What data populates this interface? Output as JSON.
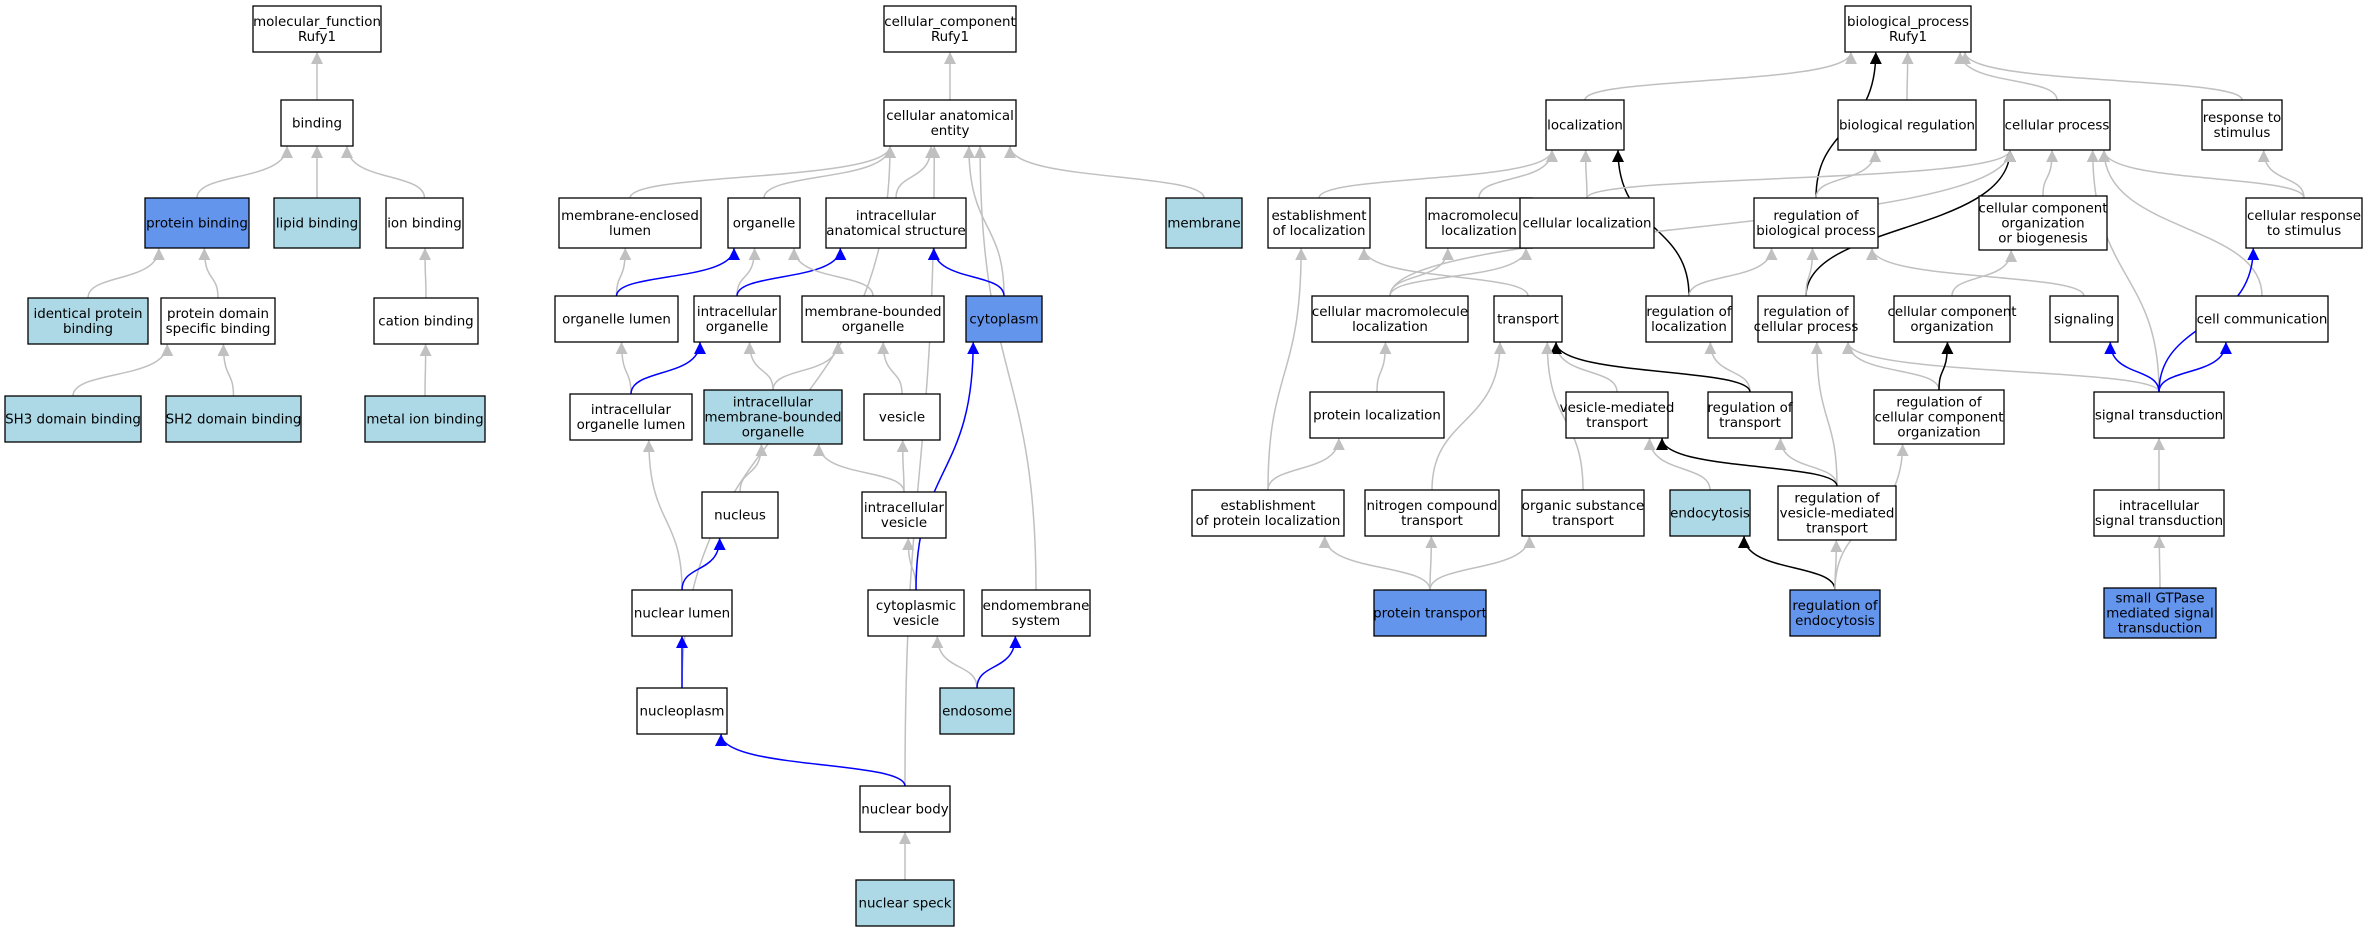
{
  "colors": {
    "plain": "#ffffff",
    "light": "#add8e6",
    "dark": "#6495ed",
    "edge_grey": "#c0c0c0",
    "edge_blue": "#0000ff",
    "edge_black": "#000000"
  },
  "nodes": [
    {
      "id": "mf_root",
      "lines": [
        "molecular_function",
        "Rufy1"
      ],
      "fill": "plain"
    },
    {
      "id": "binding",
      "lines": [
        "binding"
      ],
      "fill": "plain"
    },
    {
      "id": "protein_binding",
      "lines": [
        "protein binding"
      ],
      "fill": "dark"
    },
    {
      "id": "lipid_binding",
      "lines": [
        "lipid binding"
      ],
      "fill": "light"
    },
    {
      "id": "ion_binding",
      "lines": [
        "ion binding"
      ],
      "fill": "plain"
    },
    {
      "id": "identical_protein_binding",
      "lines": [
        "identical protein",
        "binding"
      ],
      "fill": "light"
    },
    {
      "id": "protein_domain_specific_binding",
      "lines": [
        "protein domain",
        "specific binding"
      ],
      "fill": "plain"
    },
    {
      "id": "cation_binding",
      "lines": [
        "cation binding"
      ],
      "fill": "plain"
    },
    {
      "id": "sh3_domain_binding",
      "lines": [
        "SH3 domain binding"
      ],
      "fill": "light"
    },
    {
      "id": "sh2_domain_binding",
      "lines": [
        "SH2 domain binding"
      ],
      "fill": "light"
    },
    {
      "id": "metal_ion_binding",
      "lines": [
        "metal ion binding"
      ],
      "fill": "light"
    },
    {
      "id": "cc_root",
      "lines": [
        "cellular_component",
        "Rufy1"
      ],
      "fill": "plain"
    },
    {
      "id": "cellular_anatomical_entity",
      "lines": [
        "cellular anatomical",
        "entity"
      ],
      "fill": "plain"
    },
    {
      "id": "membrane_enclosed_lumen",
      "lines": [
        "membrane-enclosed",
        "lumen"
      ],
      "fill": "plain"
    },
    {
      "id": "organelle",
      "lines": [
        "organelle"
      ],
      "fill": "plain"
    },
    {
      "id": "intracellular_anatomical_structure",
      "lines": [
        "intracellular",
        "anatomical structure"
      ],
      "fill": "plain"
    },
    {
      "id": "membrane",
      "lines": [
        "membrane"
      ],
      "fill": "light"
    },
    {
      "id": "organelle_lumen",
      "lines": [
        "organelle lumen"
      ],
      "fill": "plain"
    },
    {
      "id": "intracellular_organelle",
      "lines": [
        "intracellular",
        "organelle"
      ],
      "fill": "plain"
    },
    {
      "id": "membrane_bounded_organelle",
      "lines": [
        "membrane-bounded",
        "organelle"
      ],
      "fill": "plain"
    },
    {
      "id": "cytoplasm",
      "lines": [
        "cytoplasm"
      ],
      "fill": "dark"
    },
    {
      "id": "intracellular_organelle_lumen",
      "lines": [
        "intracellular",
        "organelle lumen"
      ],
      "fill": "plain"
    },
    {
      "id": "intracellular_membrane_bounded_organelle",
      "lines": [
        "intracellular",
        "membrane-bounded",
        "organelle"
      ],
      "fill": "light"
    },
    {
      "id": "vesicle",
      "lines": [
        "vesicle"
      ],
      "fill": "plain"
    },
    {
      "id": "nucleus",
      "lines": [
        "nucleus"
      ],
      "fill": "plain"
    },
    {
      "id": "intracellular_vesicle",
      "lines": [
        "intracellular",
        "vesicle"
      ],
      "fill": "plain"
    },
    {
      "id": "nuclear_lumen",
      "lines": [
        "nuclear lumen"
      ],
      "fill": "plain"
    },
    {
      "id": "cytoplasmic_vesicle",
      "lines": [
        "cytoplasmic",
        "vesicle"
      ],
      "fill": "plain"
    },
    {
      "id": "endomembrane_system",
      "lines": [
        "endomembrane",
        "system"
      ],
      "fill": "plain"
    },
    {
      "id": "nucleoplasm",
      "lines": [
        "nucleoplasm"
      ],
      "fill": "plain"
    },
    {
      "id": "endosome",
      "lines": [
        "endosome"
      ],
      "fill": "light"
    },
    {
      "id": "nuclear_body",
      "lines": [
        "nuclear body"
      ],
      "fill": "plain"
    },
    {
      "id": "nuclear_speck",
      "lines": [
        "nuclear speck"
      ],
      "fill": "light"
    },
    {
      "id": "bp_root",
      "lines": [
        "biological_process",
        "Rufy1"
      ],
      "fill": "plain"
    },
    {
      "id": "localization",
      "lines": [
        "localization"
      ],
      "fill": "plain"
    },
    {
      "id": "biological_regulation",
      "lines": [
        "biological regulation"
      ],
      "fill": "plain"
    },
    {
      "id": "cellular_process",
      "lines": [
        "cellular process"
      ],
      "fill": "plain"
    },
    {
      "id": "response_to_stimulus",
      "lines": [
        "response to",
        "stimulus"
      ],
      "fill": "plain"
    },
    {
      "id": "establishment_of_localization",
      "lines": [
        "establishment",
        "of localization"
      ],
      "fill": "plain"
    },
    {
      "id": "macromolecule_localization",
      "lines": [
        "macromolecule",
        "localization"
      ],
      "fill": "plain"
    },
    {
      "id": "cellular_localization",
      "lines": [
        "cellular localization"
      ],
      "fill": "plain"
    },
    {
      "id": "regulation_of_biological_process",
      "lines": [
        "regulation of",
        "biological process"
      ],
      "fill": "plain"
    },
    {
      "id": "cellular_component_organization_or_biogenesis",
      "lines": [
        "cellular component",
        "organization",
        "or biogenesis"
      ],
      "fill": "plain"
    },
    {
      "id": "cellular_response_to_stimulus",
      "lines": [
        "cellular response",
        "to stimulus"
      ],
      "fill": "plain"
    },
    {
      "id": "cellular_macromolecule_localization",
      "lines": [
        "cellular macromolecule",
        "localization"
      ],
      "fill": "plain"
    },
    {
      "id": "transport",
      "lines": [
        "transport"
      ],
      "fill": "plain"
    },
    {
      "id": "regulation_of_localization",
      "lines": [
        "regulation of",
        "localization"
      ],
      "fill": "plain"
    },
    {
      "id": "regulation_of_cellular_process",
      "lines": [
        "regulation of",
        "cellular process"
      ],
      "fill": "plain"
    },
    {
      "id": "cellular_component_organization",
      "lines": [
        "cellular component",
        "organization"
      ],
      "fill": "plain"
    },
    {
      "id": "signaling",
      "lines": [
        "signaling"
      ],
      "fill": "plain"
    },
    {
      "id": "cell_communication",
      "lines": [
        "cell communication"
      ],
      "fill": "plain"
    },
    {
      "id": "protein_localization",
      "lines": [
        "protein localization"
      ],
      "fill": "plain"
    },
    {
      "id": "vesicle_mediated_transport",
      "lines": [
        "vesicle-mediated",
        "transport"
      ],
      "fill": "plain"
    },
    {
      "id": "regulation_of_transport",
      "lines": [
        "regulation of",
        "transport"
      ],
      "fill": "plain"
    },
    {
      "id": "regulation_of_cellular_component_organization",
      "lines": [
        "regulation of",
        "cellular component",
        "organization"
      ],
      "fill": "plain"
    },
    {
      "id": "signal_transduction",
      "lines": [
        "signal transduction"
      ],
      "fill": "plain"
    },
    {
      "id": "establishment_of_protein_localization",
      "lines": [
        "establishment",
        "of protein localization"
      ],
      "fill": "plain"
    },
    {
      "id": "nitrogen_compound_transport",
      "lines": [
        "nitrogen compound",
        "transport"
      ],
      "fill": "plain"
    },
    {
      "id": "organic_substance_transport",
      "lines": [
        "organic substance",
        "transport"
      ],
      "fill": "plain"
    },
    {
      "id": "endocytosis",
      "lines": [
        "endocytosis"
      ],
      "fill": "light"
    },
    {
      "id": "regulation_of_vesicle_mediated_transport",
      "lines": [
        "regulation of",
        "vesicle-mediated",
        "transport"
      ],
      "fill": "plain"
    },
    {
      "id": "intracellular_signal_transduction",
      "lines": [
        "intracellular",
        "signal transduction"
      ],
      "fill": "plain"
    },
    {
      "id": "protein_transport",
      "lines": [
        "protein transport"
      ],
      "fill": "dark"
    },
    {
      "id": "regulation_of_endocytosis",
      "lines": [
        "regulation of",
        "endocytosis"
      ],
      "fill": "dark"
    },
    {
      "id": "small_gtpase_mediated_signal_transduction",
      "lines": [
        "small GTPase",
        "mediated signal",
        "transduction"
      ],
      "fill": "dark"
    }
  ],
  "edges": [
    [
      "binding",
      "mf_root",
      "grey"
    ],
    [
      "protein_binding",
      "binding",
      "grey"
    ],
    [
      "lipid_binding",
      "binding",
      "grey"
    ],
    [
      "ion_binding",
      "binding",
      "grey"
    ],
    [
      "identical_protein_binding",
      "protein_binding",
      "grey"
    ],
    [
      "protein_domain_specific_binding",
      "protein_binding",
      "grey"
    ],
    [
      "cation_binding",
      "ion_binding",
      "grey"
    ],
    [
      "sh3_domain_binding",
      "protein_domain_specific_binding",
      "grey"
    ],
    [
      "sh2_domain_binding",
      "protein_domain_specific_binding",
      "grey"
    ],
    [
      "metal_ion_binding",
      "cation_binding",
      "grey"
    ],
    [
      "cellular_anatomical_entity",
      "cc_root",
      "grey"
    ],
    [
      "membrane_enclosed_lumen",
      "cellular_anatomical_entity",
      "grey"
    ],
    [
      "organelle",
      "cellular_anatomical_entity",
      "grey"
    ],
    [
      "intracellular_anatomical_structure",
      "cellular_anatomical_entity",
      "grey"
    ],
    [
      "membrane",
      "cellular_anatomical_entity",
      "grey"
    ],
    [
      "cytoplasm",
      "cellular_anatomical_entity",
      "grey"
    ],
    [
      "nucleoplasm",
      "cellular_anatomical_entity",
      "grey"
    ],
    [
      "endomembrane_system",
      "cellular_anatomical_entity",
      "grey"
    ],
    [
      "nuclear_body",
      "cellular_anatomical_entity",
      "grey"
    ],
    [
      "organelle_lumen",
      "membrane_enclosed_lumen",
      "grey"
    ],
    [
      "organelle_lumen",
      "organelle",
      "blue"
    ],
    [
      "intracellular_organelle",
      "organelle",
      "grey"
    ],
    [
      "intracellular_organelle",
      "intracellular_anatomical_structure",
      "blue"
    ],
    [
      "membrane_bounded_organelle",
      "organelle",
      "grey"
    ],
    [
      "cytoplasm",
      "intracellular_anatomical_structure",
      "blue"
    ],
    [
      "intracellular_organelle_lumen",
      "organelle_lumen",
      "grey"
    ],
    [
      "intracellular_organelle_lumen",
      "intracellular_organelle",
      "blue"
    ],
    [
      "intracellular_membrane_bounded_organelle",
      "intracellular_organelle",
      "grey"
    ],
    [
      "intracellular_membrane_bounded_organelle",
      "membrane_bounded_organelle",
      "grey"
    ],
    [
      "vesicle",
      "membrane_bounded_organelle",
      "grey"
    ],
    [
      "nucleus",
      "intracellular_membrane_bounded_organelle",
      "grey"
    ],
    [
      "intracellular_vesicle",
      "intracellular_membrane_bounded_organelle",
      "grey"
    ],
    [
      "intracellular_vesicle",
      "vesicle",
      "grey"
    ],
    [
      "nuclear_lumen",
      "intracellular_organelle_lumen",
      "grey"
    ],
    [
      "nuclear_lumen",
      "nucleus",
      "blue"
    ],
    [
      "cytoplasmic_vesicle",
      "intracellular_vesicle",
      "grey"
    ],
    [
      "cytoplasmic_vesicle",
      "cytoplasm",
      "blue"
    ],
    [
      "nucleoplasm",
      "nuclear_lumen",
      "blue"
    ],
    [
      "endosome",
      "cytoplasmic_vesicle",
      "grey"
    ],
    [
      "endosome",
      "endomembrane_system",
      "blue"
    ],
    [
      "nuclear_body",
      "nucleoplasm",
      "blue"
    ],
    [
      "nuclear_speck",
      "nuclear_body",
      "grey"
    ],
    [
      "localization",
      "bp_root",
      "grey"
    ],
    [
      "biological_regulation",
      "bp_root",
      "grey"
    ],
    [
      "cellular_process",
      "bp_root",
      "grey"
    ],
    [
      "response_to_stimulus",
      "bp_root",
      "grey"
    ],
    [
      "regulation_of_biological_process",
      "bp_root",
      "black"
    ],
    [
      "establishment_of_localization",
      "localization",
      "grey"
    ],
    [
      "macromolecule_localization",
      "localization",
      "grey"
    ],
    [
      "cellular_localization",
      "localization",
      "grey"
    ],
    [
      "regulation_of_localization",
      "localization",
      "black"
    ],
    [
      "regulation_of_biological_process",
      "biological_regulation",
      "grey"
    ],
    [
      "cellular_localization",
      "cellular_process",
      "grey"
    ],
    [
      "cellular_component_organization_or_biogenesis",
      "cellular_process",
      "grey"
    ],
    [
      "cellular_response_to_stimulus",
      "cellular_process",
      "grey"
    ],
    [
      "cell_communication",
      "cellular_process",
      "grey"
    ],
    [
      "signal_transduction",
      "cellular_process",
      "grey"
    ],
    [
      "regulation_of_cellular_process",
      "cellular_process",
      "black"
    ],
    [
      "cellular_macromolecule_localization",
      "cellular_process",
      "grey"
    ],
    [
      "cellular_response_to_stimulus",
      "response_to_stimulus",
      "grey"
    ],
    [
      "cellular_macromolecule_localization",
      "macromolecule_localization",
      "grey"
    ],
    [
      "cellular_macromolecule_localization",
      "cellular_localization",
      "grey"
    ],
    [
      "transport",
      "establishment_of_localization",
      "grey"
    ],
    [
      "establishment_of_protein_localization",
      "establishment_of_localization",
      "grey"
    ],
    [
      "regulation_of_localization",
      "regulation_of_biological_process",
      "grey"
    ],
    [
      "regulation_of_cellular_process",
      "regulation_of_biological_process",
      "grey"
    ],
    [
      "signaling",
      "regulation_of_biological_process",
      "grey"
    ],
    [
      "cellular_component_organization",
      "cellular_component_organization_or_biogenesis",
      "grey"
    ],
    [
      "protein_localization",
      "cellular_macromolecule_localization",
      "grey"
    ],
    [
      "regulation_of_transport",
      "regulation_of_localization",
      "grey"
    ],
    [
      "regulation_of_vesicle_mediated_transport",
      "regulation_of_cellular_process",
      "grey"
    ],
    [
      "regulation_of_cellular_component_organization",
      "regulation_of_cellular_process",
      "grey"
    ],
    [
      "signal_transduction",
      "regulation_of_cellular_process",
      "grey"
    ],
    [
      "regulation_of_cellular_component_organization",
      "cellular_component_organization",
      "black"
    ],
    [
      "signal_transduction",
      "signaling",
      "blue"
    ],
    [
      "signal_transduction",
      "cell_communication",
      "blue"
    ],
    [
      "signal_transduction",
      "cellular_response_to_stimulus",
      "blue"
    ],
    [
      "establishment_of_protein_localization",
      "protein_localization",
      "grey"
    ],
    [
      "vesicle_mediated_transport",
      "transport",
      "grey"
    ],
    [
      "regulation_of_transport",
      "transport",
      "black"
    ],
    [
      "nitrogen_compound_transport",
      "transport",
      "grey"
    ],
    [
      "organic_substance_transport",
      "transport",
      "grey"
    ],
    [
      "regulation_of_vesicle_mediated_transport",
      "regulation_of_transport",
      "grey"
    ],
    [
      "intracellular_signal_transduction",
      "signal_transduction",
      "grey"
    ],
    [
      "endocytosis",
      "vesicle_mediated_transport",
      "grey"
    ],
    [
      "regulation_of_vesicle_mediated_transport",
      "vesicle_mediated_transport",
      "black"
    ],
    [
      "protein_transport",
      "establishment_of_protein_localization",
      "grey"
    ],
    [
      "protein_transport",
      "nitrogen_compound_transport",
      "grey"
    ],
    [
      "protein_transport",
      "organic_substance_transport",
      "grey"
    ],
    [
      "regulation_of_endocytosis",
      "endocytosis",
      "black"
    ],
    [
      "regulation_of_endocytosis",
      "regulation_of_vesicle_mediated_transport",
      "grey"
    ],
    [
      "regulation_of_endocytosis",
      "regulation_of_cellular_component_organization",
      "grey"
    ],
    [
      "small_gtpase_mediated_signal_transduction",
      "intracellular_signal_transduction",
      "grey"
    ]
  ]
}
